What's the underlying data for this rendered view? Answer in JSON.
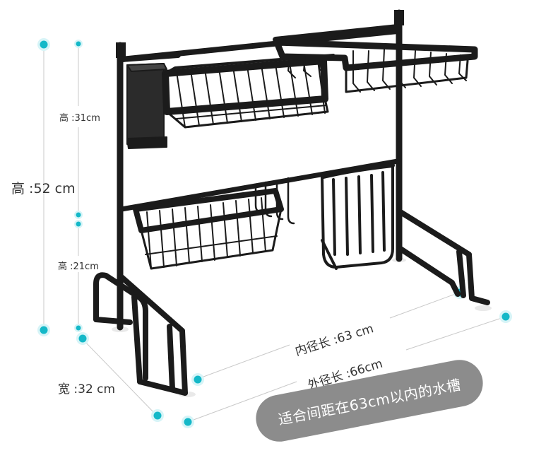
{
  "dimensions": {
    "height_total": "高 :52 cm",
    "height_upper": "高 :31cm",
    "height_lower": "高 :21cm",
    "width": "宽 :32 cm",
    "inner_length": "内径长 :63 cm",
    "outer_length": "外径长 :66cm"
  },
  "banner": {
    "text": "适合间距在63cm以内的水槽"
  },
  "colors": {
    "marker": "#14b8c8",
    "rack": "#1b1b1b",
    "banner": "#8c8c8c",
    "guide": "#c8c8c8"
  }
}
